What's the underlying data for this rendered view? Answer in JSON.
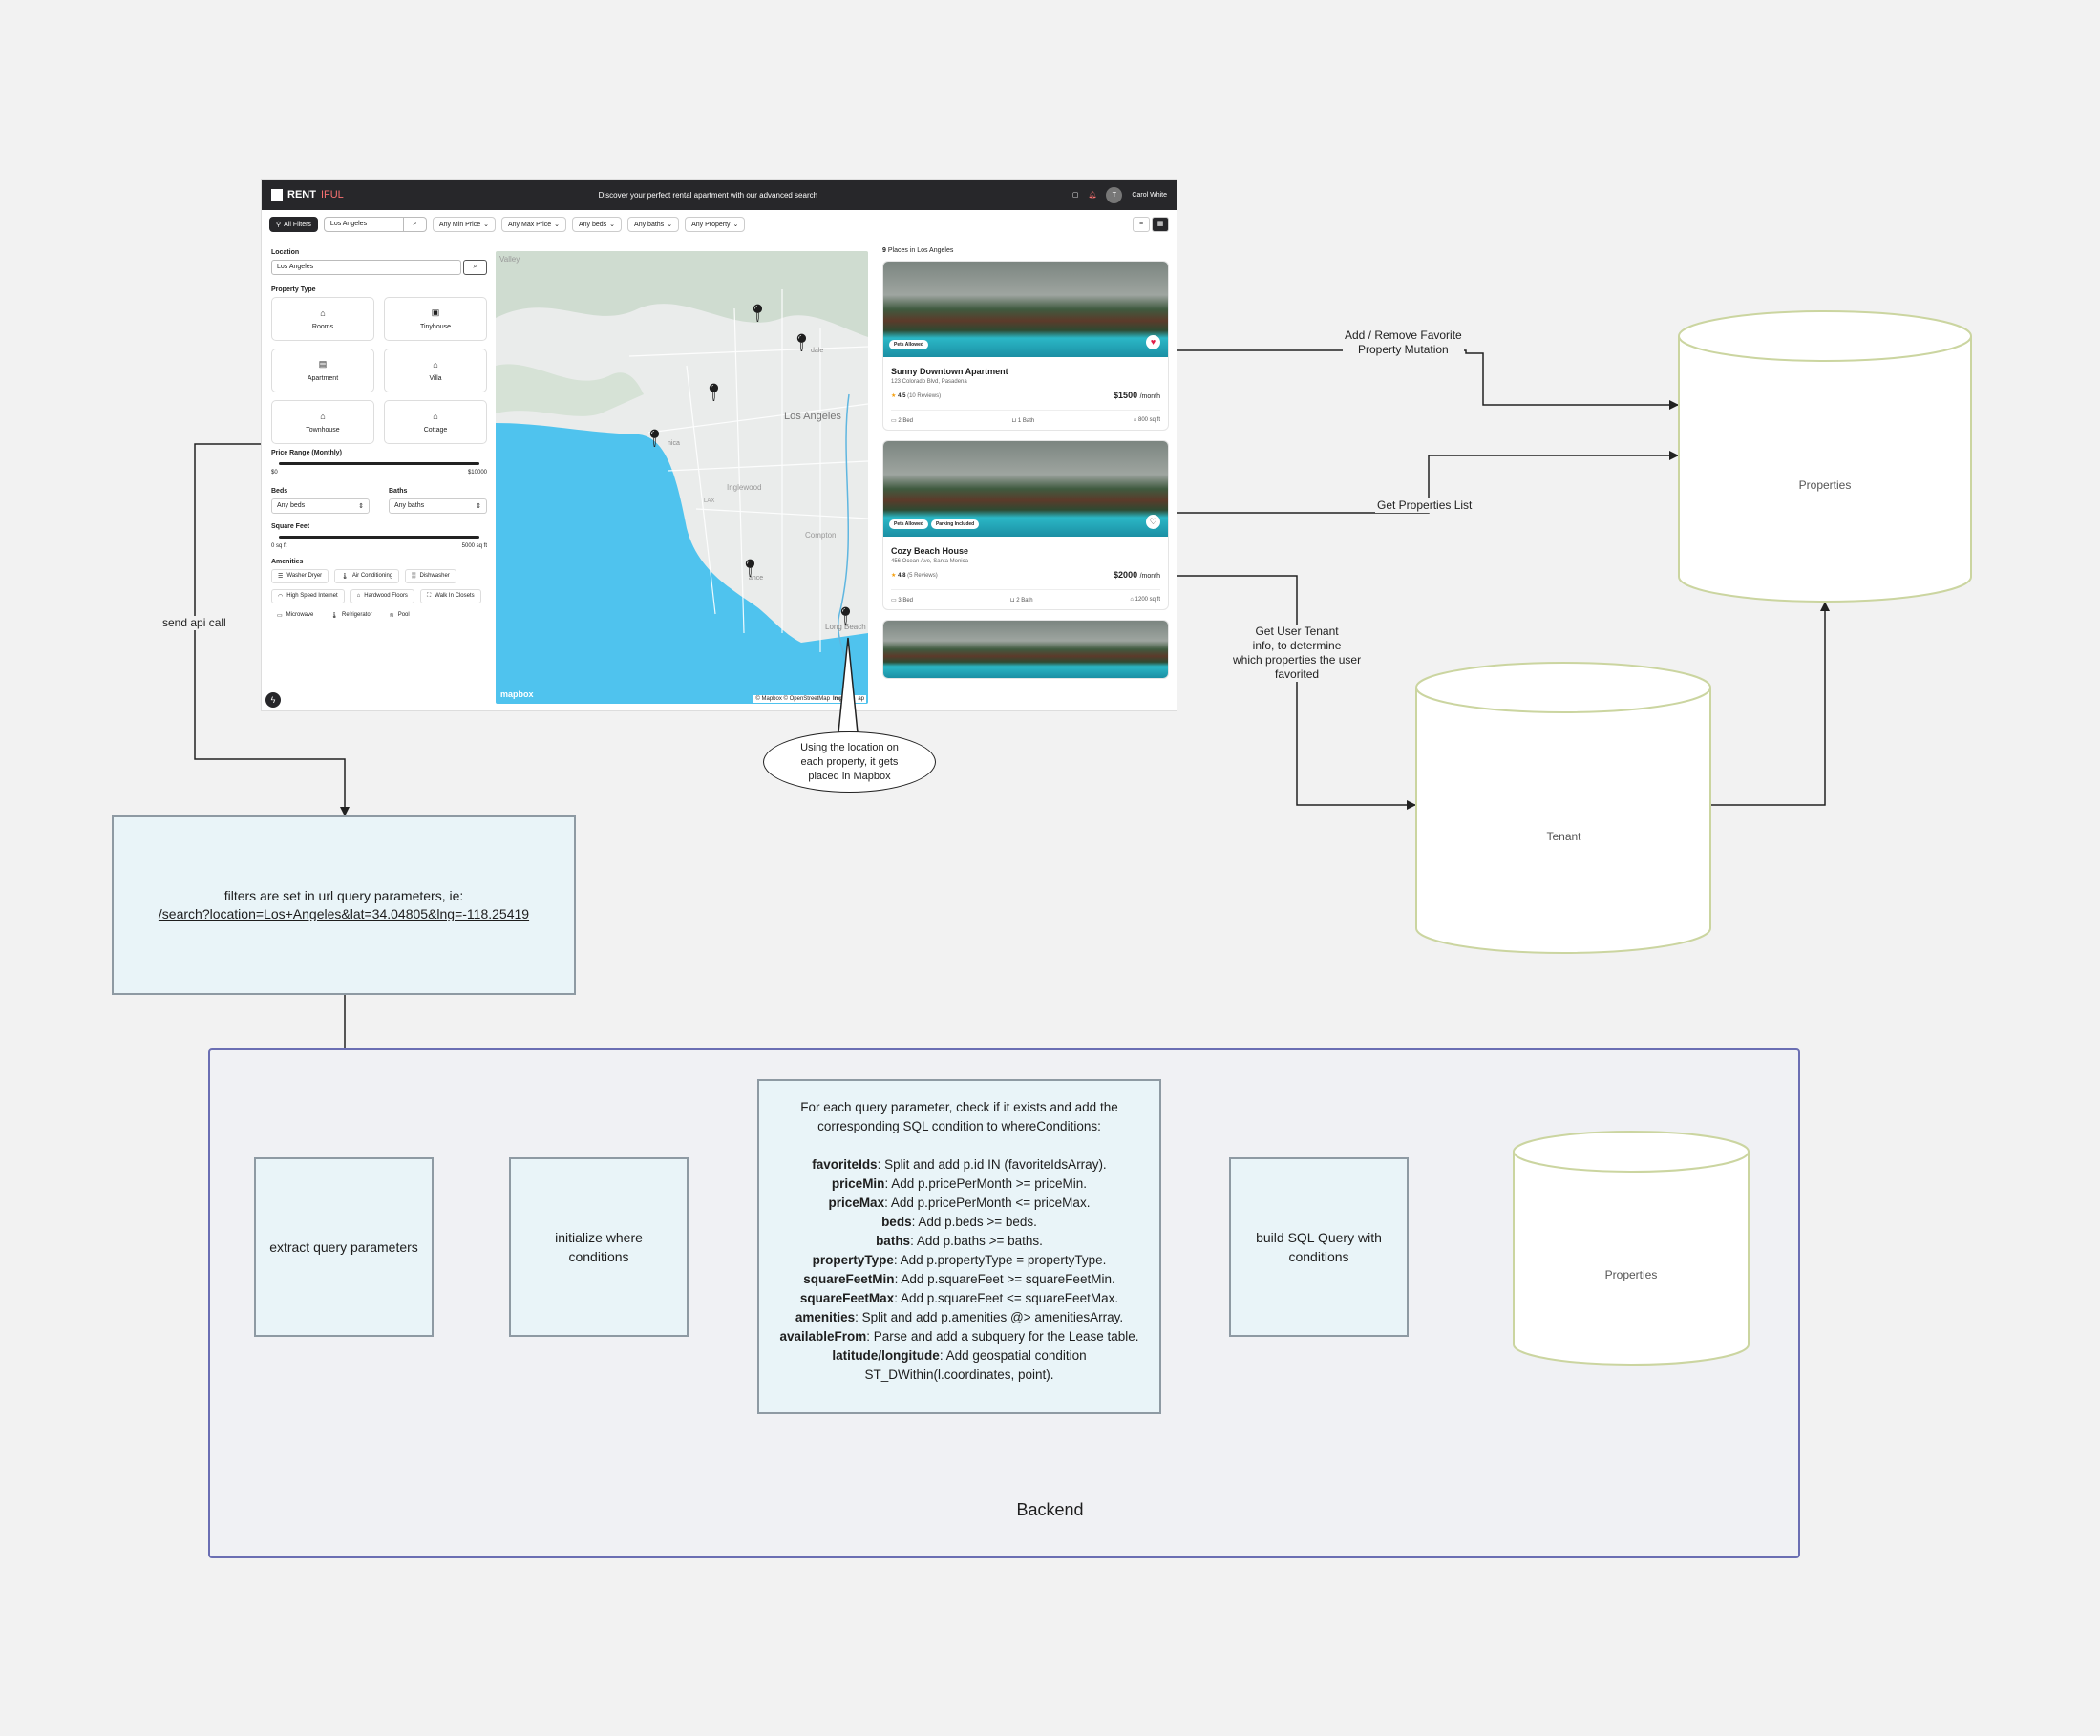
{
  "app": {
    "logo_a": "RENT",
    "logo_b": "IFUL",
    "tagline": "Discover your perfect rental apartment with our advanced search",
    "user_initial": "T",
    "user_name": "Carol White"
  },
  "filterbar": {
    "all_filters": "All Filters",
    "search_value": "Los Angeles",
    "chips": [
      "Any Min Price",
      "Any Max Price",
      "Any beds",
      "Any baths",
      "Any Property"
    ]
  },
  "sidebar": {
    "location_label": "Location",
    "location_value": "Los Angeles",
    "property_type_label": "Property Type",
    "property_types": [
      "Rooms",
      "Tinyhouse",
      "Apartment",
      "Villa",
      "Townhouse",
      "Cottage"
    ],
    "price_label": "Price Range (Monthly)",
    "price_min": "$0",
    "price_max": "$10000",
    "beds_label": "Beds",
    "beds_value": "Any beds",
    "baths_label": "Baths",
    "baths_value": "Any baths",
    "sqft_label": "Square Feet",
    "sqft_min": "0 sq ft",
    "sqft_max": "5000 sq ft",
    "amenities_label": "Amenities",
    "amenities": [
      "Washer Dryer",
      "Air Conditioning",
      "Dishwasher",
      "High Speed Internet",
      "Hardwood Floors",
      "Walk In Closets",
      "Microwave",
      "Refrigerator",
      "Pool"
    ]
  },
  "map": {
    "labels": [
      "Valley",
      "Los Angeles",
      "Inglewood",
      "Compton",
      "nica",
      "ance",
      "Long Beach",
      "LAX",
      "dale"
    ],
    "credit": "© Mapbox © OpenStreetMap",
    "improve": "Improve",
    "improve_tail": "ap",
    "brand": "mapbox"
  },
  "listings": {
    "count": "9",
    "count_text": "Places in Los Angeles",
    "cards": [
      {
        "badges": [
          "Pets Allowed"
        ],
        "title": "Sunny Downtown Apartment",
        "address": "123 Colorado Blvd, Pasadena",
        "rating": "4.5",
        "reviews": "(10 Reviews)",
        "price": "$1500",
        "per": "/month",
        "beds": "2 Bed",
        "baths": "1 Bath",
        "sqft": "800 sq ft",
        "favorite": true
      },
      {
        "badges": [
          "Pets Allowed",
          "Parking Included"
        ],
        "title": "Cozy Beach House",
        "address": "456 Ocean Ave, Santa Monica",
        "rating": "4.8",
        "reviews": "(5 Reviews)",
        "price": "$2000",
        "per": "/month",
        "beds": "3 Bed",
        "baths": "2 Bath",
        "sqft": "1200 sq ft",
        "favorite": false
      }
    ]
  },
  "diagram": {
    "edge_fav": "Add / Remove Favorite\nProperty Mutation",
    "edge_list": "Get Properties List",
    "edge_tenant": "Get User Tenant\ninfo, to determine\nwhich properties the user\nfavorited",
    "edge_api": "send api call",
    "db_properties": "Properties",
    "db_tenant": "Tenant",
    "db_properties_2": "Properties",
    "callout": "Using the location on\neach property, it gets\nplaced in Mapbox",
    "url_box_line1": "filters are set in url query parameters, ie:",
    "url_box_line2": "/search?location=Los+Angeles&lat=34.04805&lng=-118.25419",
    "backend_title": "Backend",
    "step_extract": "extract query parameters",
    "step_init": "initialize where conditions",
    "step_build": "build SQL Query with conditions",
    "sql_intro": "For each query parameter, check if it exists and add the corresponding SQL condition to whereConditions:",
    "sql_rules": [
      {
        "k": "favoriteIds",
        "v": ": Split and add p.id IN (favoriteIdsArray)."
      },
      {
        "k": "priceMin",
        "v": ": Add p.pricePerMonth >= priceMin."
      },
      {
        "k": "priceMax",
        "v": ": Add p.pricePerMonth <= priceMax."
      },
      {
        "k": "beds",
        "v": ": Add p.beds >= beds."
      },
      {
        "k": "baths",
        "v": ": Add p.baths >= baths."
      },
      {
        "k": "propertyType",
        "v": ": Add p.propertyType = propertyType."
      },
      {
        "k": "squareFeetMin",
        "v": ": Add p.squareFeet >= squareFeetMin."
      },
      {
        "k": "squareFeetMax",
        "v": ": Add p.squareFeet <= squareFeetMax."
      },
      {
        "k": "amenities",
        "v": ": Split and add p.amenities @> amenitiesArray."
      },
      {
        "k": "availableFrom",
        "v": ": Parse and add a subquery for the Lease table."
      },
      {
        "k": "latitude/longitude",
        "v": ": Add geospatial condition ST_DWithin(l.coordinates, point)."
      }
    ]
  },
  "colors": {
    "frame_border": "#6b6fb3",
    "box_fill": "#e9f4f8",
    "cylinder_stroke": "#cbd5a0",
    "water": "#4fc3ee",
    "accent": "#e11d48"
  }
}
